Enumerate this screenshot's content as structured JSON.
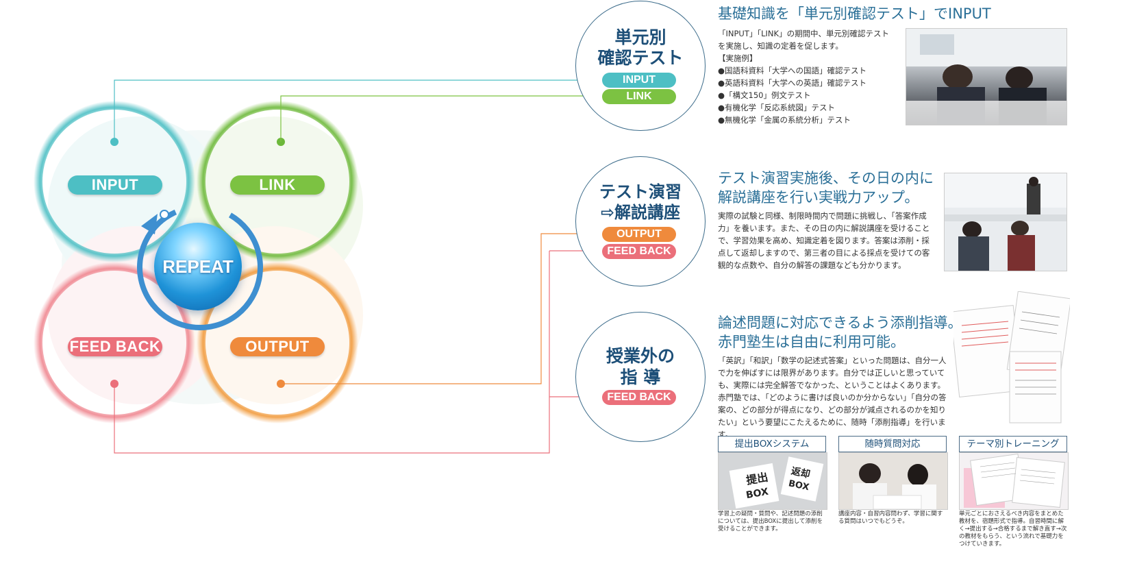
{
  "cycle": {
    "input_label": "INPUT",
    "link_label": "LINK",
    "feedback_label": "FEED BACK",
    "output_label": "OUTPUT",
    "center_label": "REPEAT"
  },
  "sections": [
    {
      "circle_title_line1": "単元別",
      "circle_title_line2": "確認テスト",
      "tags": [
        "INPUT",
        "LINK"
      ],
      "heading": "基礎知識を「単元別確認テスト」でINPUT",
      "body_intro": "「INPUT」「LINK」の期間中、単元別確認テストを実施し、知識の定着を促します。",
      "examples_header": "【実施例】",
      "examples": [
        "●国語科資料「大学への国語」確認テスト",
        "●英語科資料「大学への英語」確認テスト",
        "●「構文150」例文テスト",
        "●有機化学「反応系統図」テスト",
        "●無機化学「金属の系統分析」テスト"
      ]
    },
    {
      "circle_title_line1": "テスト演習",
      "circle_title_line2": "⇨解説講座",
      "tags": [
        "OUTPUT",
        "FEED BACK"
      ],
      "heading_line1": "テスト演習実施後、その日の内に",
      "heading_line2": "解説講座を行い実戦力アップ。",
      "body": "実際の試験と同様、制限時間内で問題に挑戦し、「答案作成力」を養います。また、その日の内に解説講座を受けることで、学習効果を高め、知識定着を図ります。答案は添削・採点して返却しますので、第三者の目による採点を受けての客観的な点数や、自分の解答の課題なども分かります。"
    },
    {
      "circle_title_line1": "授業外の",
      "circle_title_line2": "指 導",
      "tags": [
        "FEED BACK"
      ],
      "heading_line1": "論述問題に対応できるよう添削指導。",
      "heading_line2": "赤門塾生は自由に利用可能。",
      "body": "「英訳」「和訳」「数学の記述式答案」といった問題は、自分一人で力を伸ばすには限界があります。自分では正しいと思っていても、実際には完全解答でなかった、ということはよくあります。赤門塾では、「どのように書けば良いのか分からない」「自分の答案の、どの部分が得点になり、どの部分が減点されるのかを知りたい」という要望にこたえるために、随時「添削指導」を行います。"
    }
  ],
  "boxes": [
    {
      "title": "提出BOXシステム",
      "photo_text_1": "提出",
      "photo_text_2": "BOX",
      "photo_text_3": "返却",
      "photo_text_4": "BOX",
      "caption": "学習上の疑問・質問や、記述問題の添削については、提出BOXに提出して添削を受けることができます。"
    },
    {
      "title": "随時質問対応",
      "caption": "講座内容・自習内容問わず、学習に関する質問はいつでもどうぞ。"
    },
    {
      "title": "テーマ別トレーニング",
      "caption": "単元ごとにおさえるべき内容をまとめた教材を、宿題形式で指導。自習時間に解く→提出する→合格するまで解き直す→次の教材をもらう、という流れで基礎力をつけていきます。"
    }
  ],
  "colors": {
    "input": "#4dbfc4",
    "link": "#7cc242",
    "output": "#ef8a3c",
    "feedback": "#eb6f7a",
    "repeat": "#1f93d8",
    "heading": "#2a6f97"
  }
}
